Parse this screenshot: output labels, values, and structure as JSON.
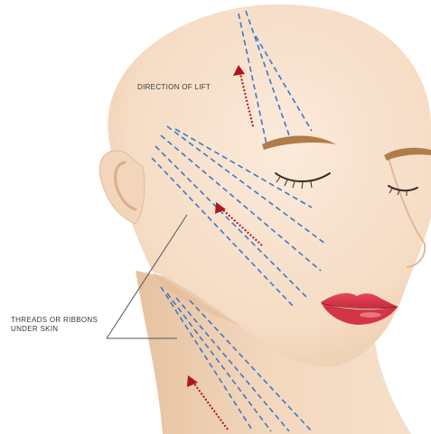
{
  "labels": {
    "direction_of_lift": "DIRECTION OF LIFT",
    "threads_line1": "THREADS OR RIBBONS",
    "threads_line2": "UNDER SKIN"
  },
  "colors": {
    "skin": "#f7e2cd",
    "skin_shadow": "#ecc9a8",
    "brow": "#b07c4a",
    "lips": "#d93a4a",
    "thread": "#3c78c8",
    "arrow": "#b0141e",
    "pointer": "#555555"
  }
}
